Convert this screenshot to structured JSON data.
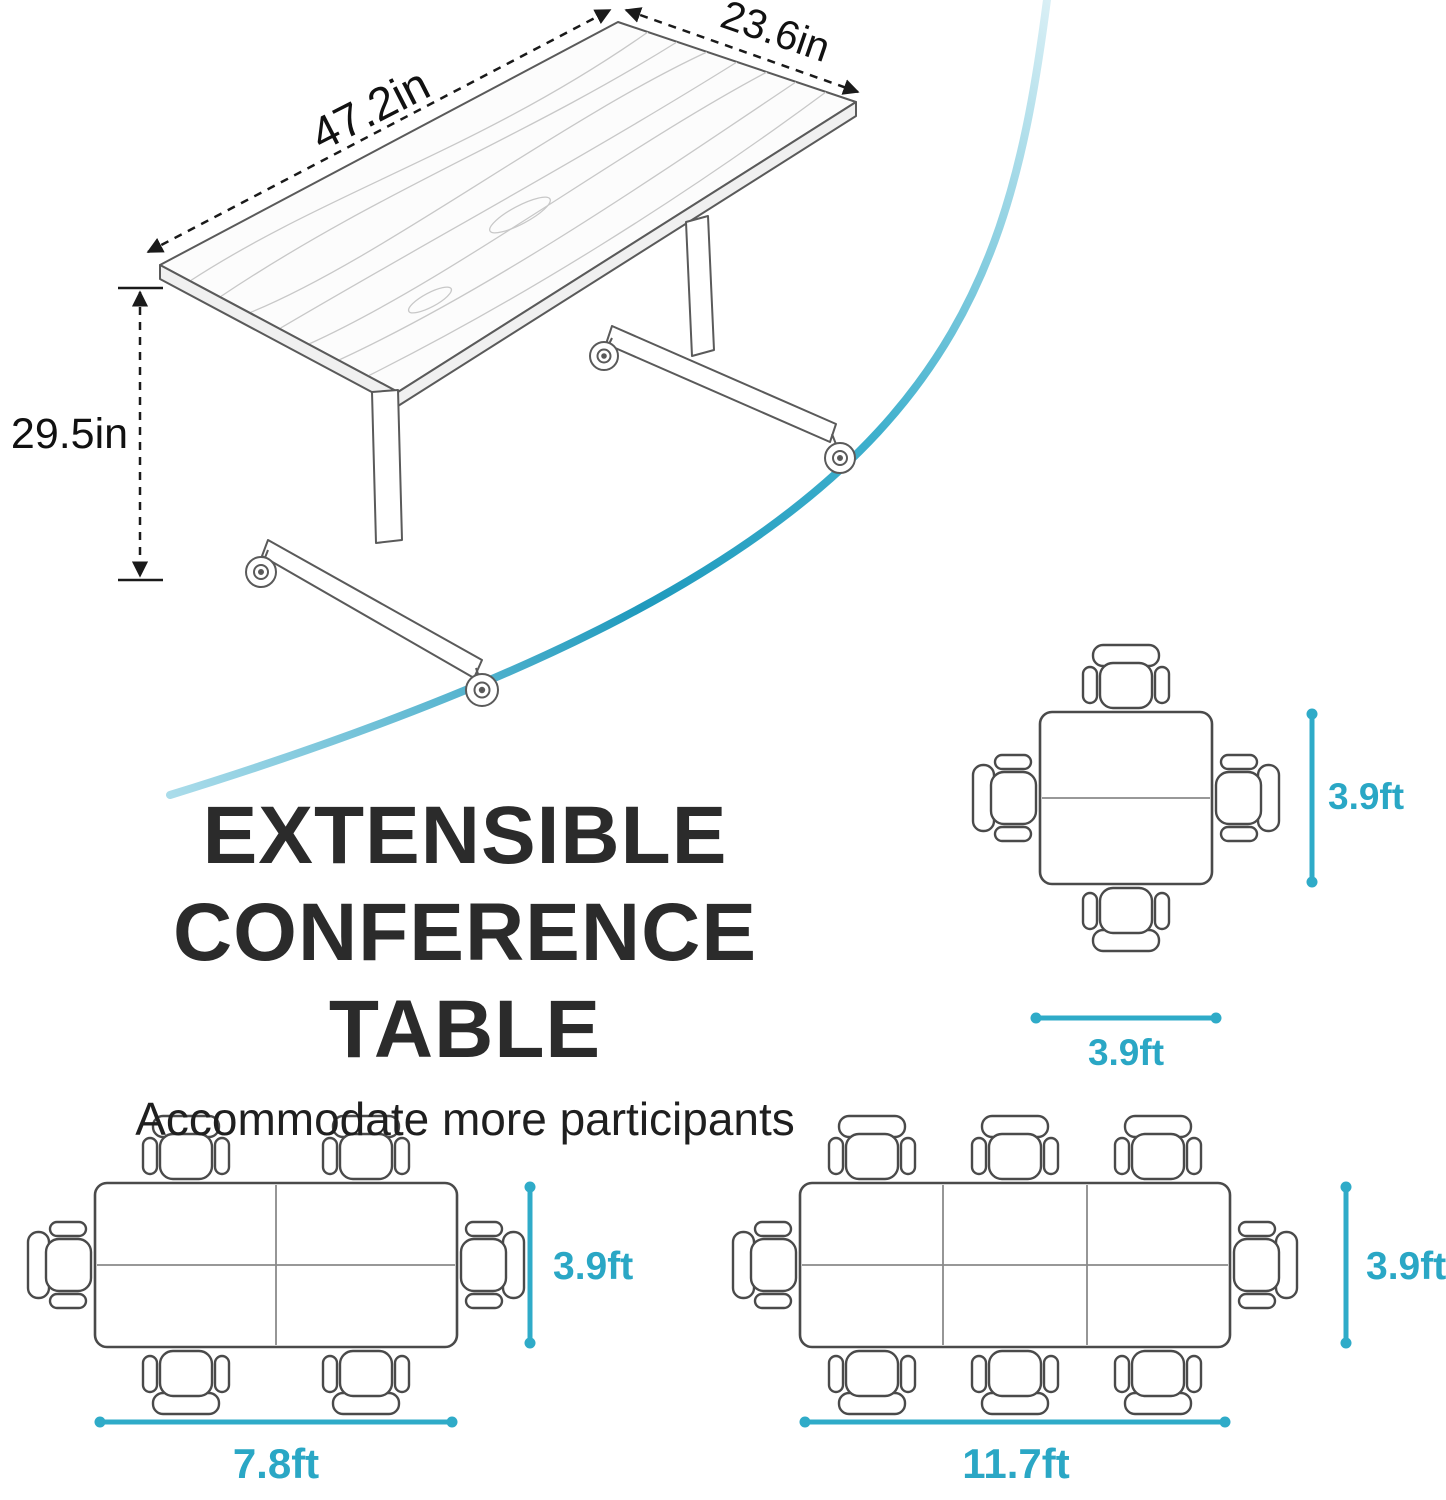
{
  "colors": {
    "accent": "#2aa7c5",
    "ink": "#1a1a1a",
    "line_art": "#555555"
  },
  "product": {
    "length": "47.2in",
    "width": "23.6in",
    "height": "29.5in"
  },
  "headline": {
    "line1": "EXTENSIBLE",
    "line2": "CONFERENCE TABLE",
    "subtitle": "Accommodate more participants"
  },
  "layouts": [
    {
      "name": "square-4-seat",
      "chairs": 4,
      "width": "3.9ft",
      "depth": "3.9ft"
    },
    {
      "name": "rectangle-6-seat",
      "chairs": 6,
      "width": "7.8ft",
      "depth": "3.9ft"
    },
    {
      "name": "rectangle-8-seat",
      "chairs": 8,
      "width": "11.7ft",
      "depth": "3.9ft"
    }
  ]
}
